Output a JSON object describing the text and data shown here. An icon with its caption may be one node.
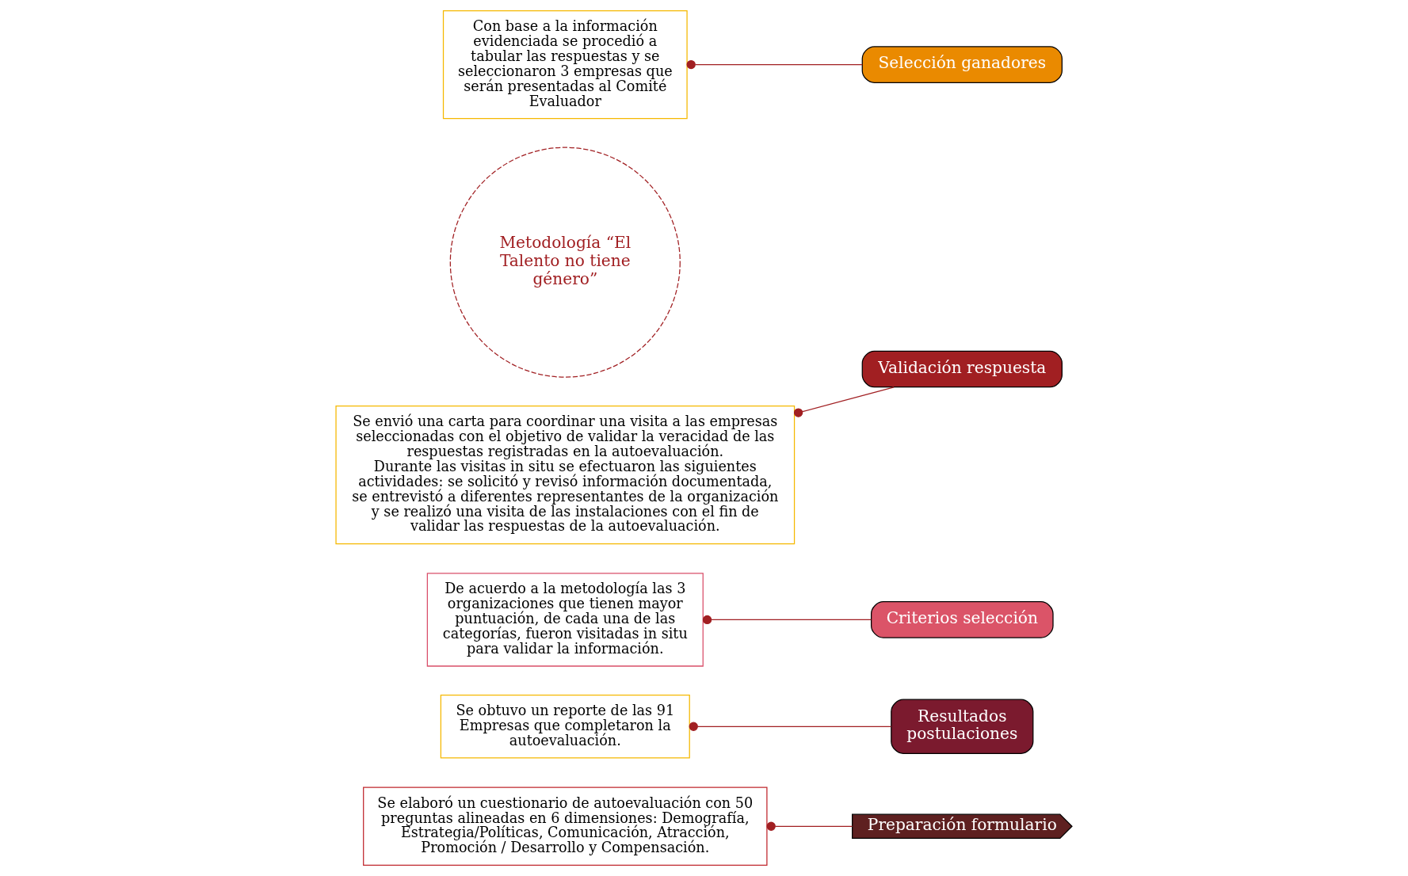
{
  "diagram": {
    "nodes": [
      {
        "text": [
          "Preparación formulario"
        ]
      },
      {
        "text": [
          "Resultados postulaciones"
        ]
      },
      {
        "text": [
          "Criterios selección"
        ]
      },
      {
        "text": [
          "Validación respuesta"
        ]
      },
      {
        "text": [
          "Selección ganadores"
        ]
      },
      {
        "text": [
          "Metodología “El Talento no tiene género”"
        ]
      },
      {
        "text": [
          "Se elaboró un cuestionario de autoevaluación con 50 preguntas alineadas en 6 dimensiones: Demografía, Estrategia/Políticas, Comunicación, Atracción, Promoción / Desarrollo y Compensación."
        ]
      },
      {
        "text": [
          "Se obtuvo un reporte de las 91 Empresas que completaron la autoevaluación."
        ]
      },
      {
        "text": [
          "De acuerdo a la metodología las 3 organizaciones que tienen mayor puntuación, de cada una de las categorías, fueron visitadas in situ para validar la información."
        ]
      },
      {
        "text": [
          "Se envió una carta para coordinar una visita a las empresas seleccionadas con el objetivo de validar la veracidad de las respuestas registradas en la autoevaluación.",
          "Durante las visitas in situ se efectuaron las siguientes actividades: se solicitó y revisó información documentada, se entrevistó a diferentes representantes de la organización y se realizó una visita de las instalaciones con el fin de validar las respuestas de la autoevaluación."
        ]
      },
      {
        "text": [
          "Con base a la información evidenciada se procedió a tabular las respuestas y se seleccionaron 3 empresas que serán presentadas al Comité Evaluador"
        ]
      }
    ],
    "edges": [
      {
        "from": 6,
        "to": 0,
        "arrow": "other"
      },
      {
        "from": 7,
        "to": 1,
        "arrow": "other"
      },
      {
        "from": 8,
        "to": 2,
        "arrow": "other"
      },
      {
        "from": 9,
        "to": 3,
        "arrow": "other"
      },
      {
        "from": 10,
        "to": 4,
        "arrow": "other"
      }
    ]
  }
}
